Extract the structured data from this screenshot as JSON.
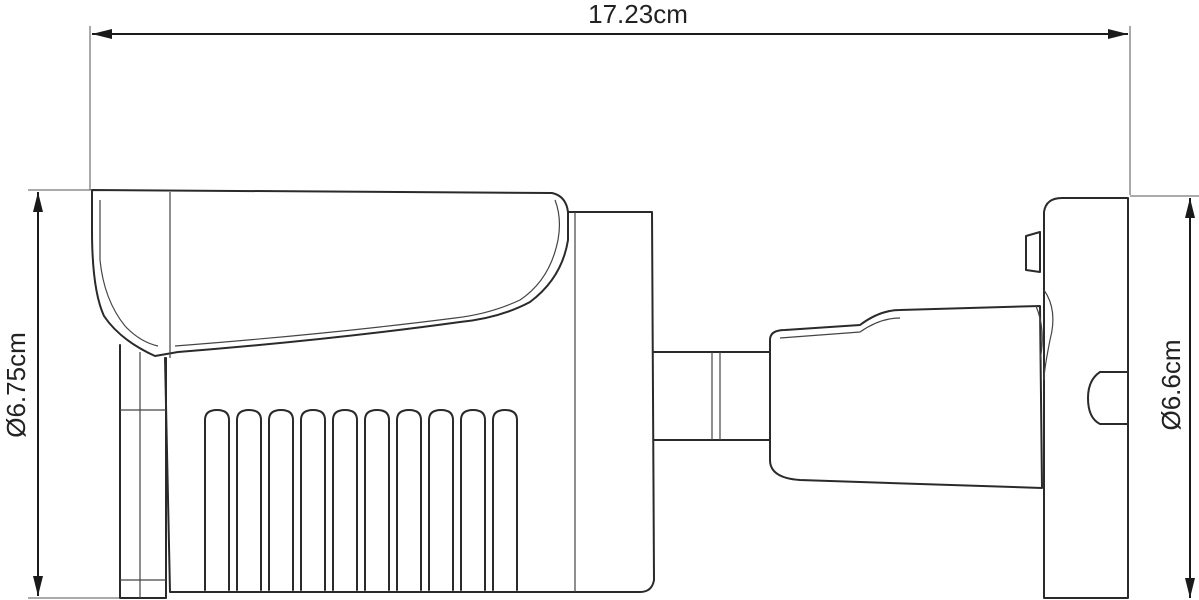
{
  "dimensions": {
    "length": "17.23cm",
    "front_diameter": "Ø6.75cm",
    "mount_diameter": "Ø6.6cm"
  },
  "colors": {
    "line": "#2a2a2a",
    "background": "#ffffff"
  }
}
